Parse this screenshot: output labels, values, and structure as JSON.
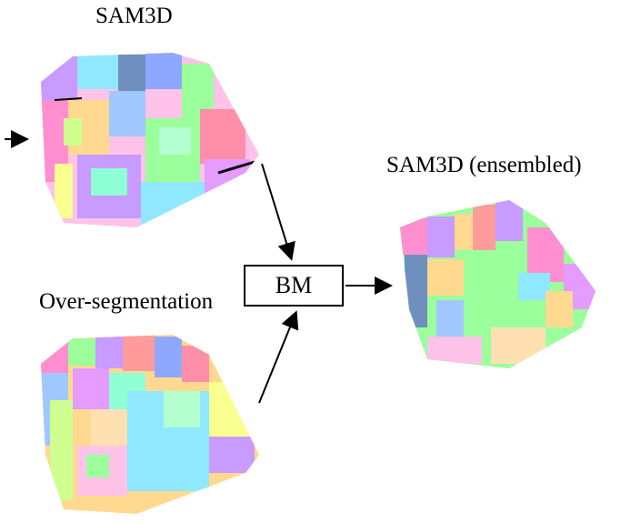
{
  "labels": {
    "sam3d": "SAM3D",
    "over_segmentation": "Over-segmentation",
    "sam3d_ensembled": "SAM3D (ensembled)",
    "bm": "BM"
  },
  "colors": {
    "arrow": "#000000",
    "segments": [
      "#ff8fd0",
      "#8fe8ff",
      "#9bff9b",
      "#ffd98f",
      "#c79bff",
      "#f9ff8f",
      "#8fa8ff",
      "#ff9b9b",
      "#8fffd6",
      "#ffc2e8",
      "#b4ffd0",
      "#e59bff",
      "#ffe0b0",
      "#a0c8ff",
      "#d0ff8f",
      "#ff8fa8"
    ]
  }
}
